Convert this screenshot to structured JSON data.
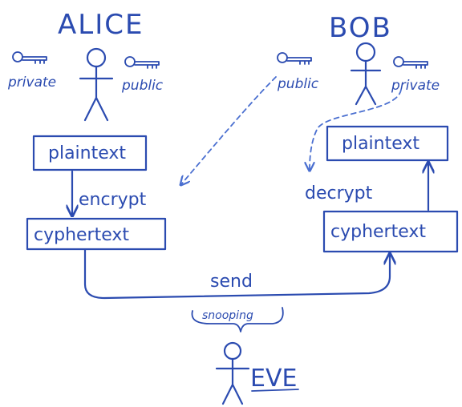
{
  "alice": {
    "name": "ALICE",
    "private_label": "private",
    "public_label": "public",
    "plaintext": "plaintext",
    "encrypt": "encrypt",
    "cyphertext": "cyphertext"
  },
  "bob": {
    "name": "BOB",
    "public_label": "public",
    "private_label": "private",
    "plaintext": "plaintext",
    "decrypt": "decrypt",
    "cyphertext": "cyphertext"
  },
  "channel": {
    "send": "send",
    "snooping": "snooping"
  },
  "eve": {
    "name": "EVE"
  }
}
